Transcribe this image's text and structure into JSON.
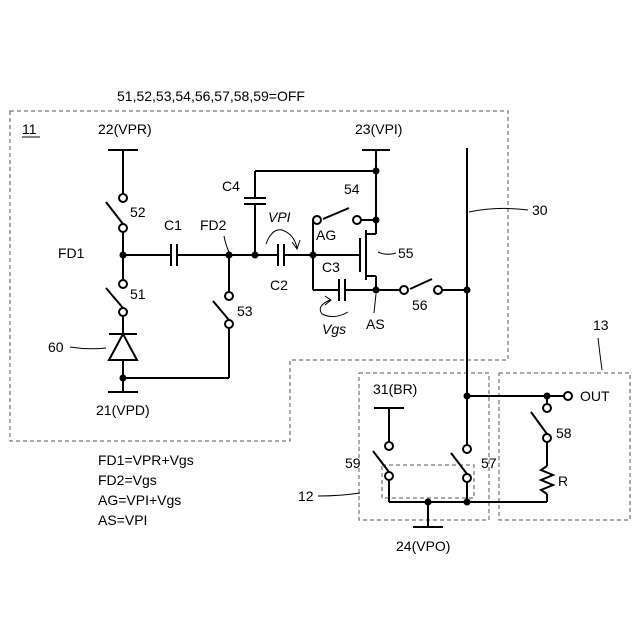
{
  "header": {
    "off_state": "51,52,53,54,56,57,58,59=OFF"
  },
  "blocks": {
    "pixel": "11",
    "readout": "12",
    "load": "13"
  },
  "supplies": {
    "vpr": "22(VPR)",
    "vpi": "23(VPI)",
    "vpd": "21(VPD)",
    "br": "31(BR)",
    "vpo": "24(VPO)"
  },
  "nodes": {
    "fd1": "FD1",
    "fd2": "FD2",
    "ag": "AG",
    "as": "AS",
    "out": "OUT",
    "line": "30"
  },
  "capacitors": {
    "c1": "C1",
    "c2": "C2",
    "c3": "C3",
    "c4": "C4"
  },
  "switches": {
    "s51": "51",
    "s52": "52",
    "s53": "53",
    "s54": "54",
    "s56": "56",
    "s57": "57",
    "s58": "58",
    "s59": "59"
  },
  "devices": {
    "transistor": "55",
    "diode": "60",
    "resistor": "R"
  },
  "annotations": {
    "vpi_arrow": "VPI",
    "vgs_arrow": "Vgs"
  },
  "equations": [
    "FD1=VPR+Vgs",
    "FD2=Vgs",
    "AG=VPI+Vgs",
    "AS=VPI"
  ]
}
